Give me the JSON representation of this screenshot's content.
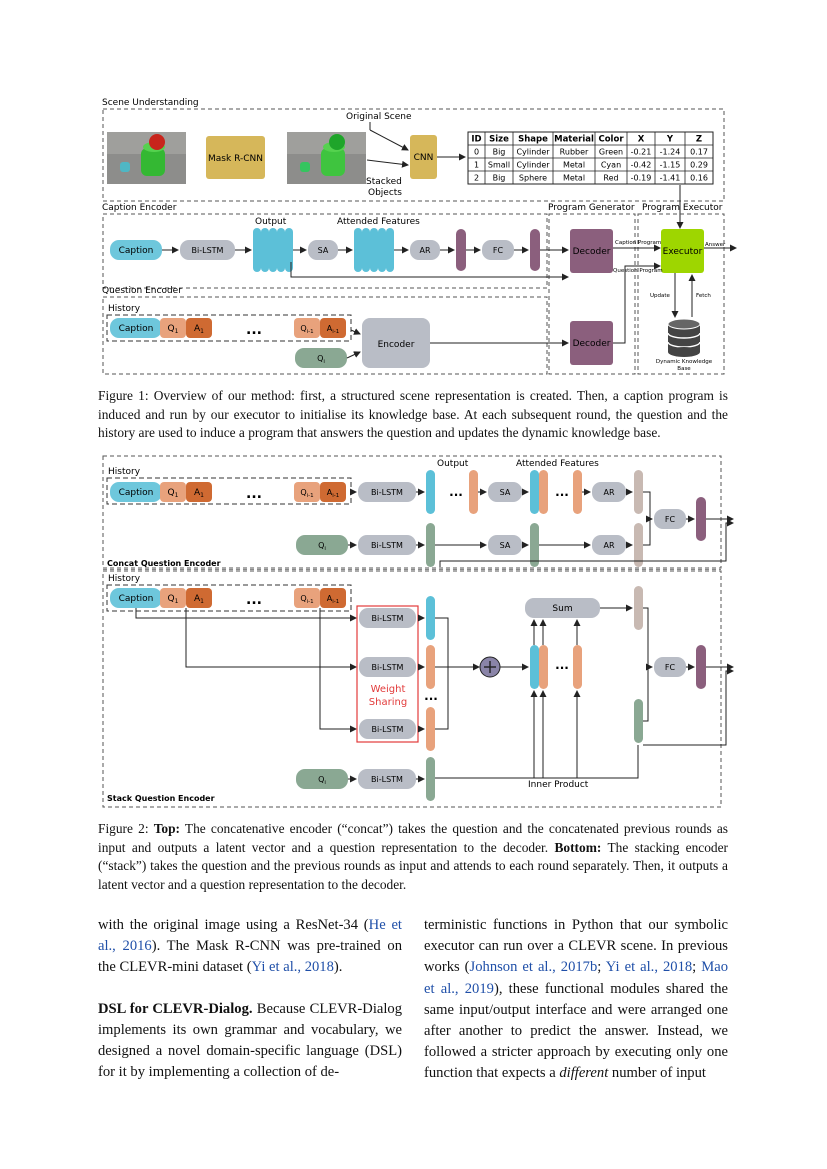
{
  "figure1": {
    "section_scene": "Scene Understanding",
    "section_caption": "Caption Encoder",
    "section_question": "Question Encoder",
    "section_program": "Program Generator",
    "section_executor": "Program Executor",
    "mask_rcnn": "Mask R-CNN",
    "original_scene": "Original Scene",
    "stacked_objects": [
      "Stacked",
      "Objects"
    ],
    "cnn": "CNN",
    "scene_table": {
      "headers": [
        "ID",
        "Size",
        "Shape",
        "Material",
        "Color",
        "X",
        "Y",
        "Z"
      ],
      "rows": [
        [
          "0",
          "Big",
          "Cylinder",
          "Rubber",
          "Green",
          "-0.21",
          "-1.24",
          "0.17"
        ],
        [
          "1",
          "Small",
          "Cylinder",
          "Metal",
          "Cyan",
          "-0.42",
          "-1.15",
          "0.29"
        ],
        [
          "2",
          "Big",
          "Sphere",
          "Metal",
          "Red",
          "-0.19",
          "-1.41",
          "0.16"
        ]
      ]
    },
    "caption": "Caption",
    "bilstm": "Bi-LSTM",
    "output": "Output",
    "attended_features": "Attended Features",
    "sa": "SA",
    "ar": "AR",
    "fc": "FC",
    "decoder": "Decoder",
    "caption_program": "Caption Program",
    "question_program": "Question Program",
    "executor": "Executor",
    "answer": "Answer",
    "update": "Update",
    "fetch": "Fetch",
    "kb": [
      "Dynamic Knowledge",
      "Base"
    ],
    "history": "History",
    "encoder": "Encoder",
    "dots": "..."
  },
  "figure1_caption": "Figure 1: Overview of our method: first, a structured scene representation is created. Then, a caption program is induced and run by our executor to initialise its knowledge base. At each subsequent round, the question and the history are used to induce a program that answers the question and updates the dynamic knowledge base.",
  "figure2": {
    "history": "History",
    "caption": "Caption",
    "bilstm": "Bi-LSTM",
    "output": "Output",
    "attended_features": "Attended Features",
    "sa": "SA",
    "ar": "AR",
    "fc": "FC",
    "sum": "Sum",
    "concat_title": "Concat Question Encoder",
    "stack_title": "Stack Question Encoder",
    "weight_sharing": [
      "Weight",
      "Sharing"
    ],
    "inner_product": "Inner Product",
    "dots": "..."
  },
  "figure2_caption": {
    "prefix": "Figure 2: ",
    "top_label": "Top:",
    "top_text": " The concatenative encoder (“concat”) takes the question and the concatenated previous rounds as input and outputs a latent vector and a question representation to the decoder. ",
    "bottom_label": "Bottom:",
    "bottom_text": " The stacking encoder (“stack”) takes the question and the previous rounds as input and attends to each round separately. Then, it outputs a latent vector and a question representation to the decoder."
  },
  "left_column": {
    "p1_a": "with the original image using a ResNet-34 (",
    "p1_cite1": "He et al., 2016",
    "p1_b": "). The Mask R-CNN was pre-trained on the CLEVR-mini dataset (",
    "p1_cite2": "Yi et al., 2018",
    "p1_c": ").",
    "p2_heading": "DSL for CLEVR-Dialog.",
    "p2_text": " Because CLEVR-Dialog implements its own grammar and vocabulary, we designed a novel domain-specific language (DSL) for it by implementing a collection of de-"
  },
  "right_column": {
    "a": "terministic functions in Python that our symbolic executor can run over a CLEVR scene. In previous works (",
    "cite1": "Johnson et al., 2017b",
    "b": "; ",
    "cite2": "Yi et al., 2018",
    "c": "; ",
    "cite3": "Mao et al., 2019",
    "d": "), these functional modules shared the same input/output interface and were arranged one after another to predict the answer. Instead, we followed a stricter approach by executing only one function that expects a ",
    "em": "different",
    "e": " number of input"
  },
  "colors": {
    "caption_blue": "#6ec7dc",
    "gray_box": "#b9bdc6",
    "mustard": "#d6b75a",
    "purple": "#8b5f7d",
    "lime": "#9ed600",
    "green_q": "#8aa893",
    "peach": "#e8a27c",
    "orange": "#cf6a32",
    "tan": "#c8b9b2",
    "red_ws": "#e23b3b"
  }
}
